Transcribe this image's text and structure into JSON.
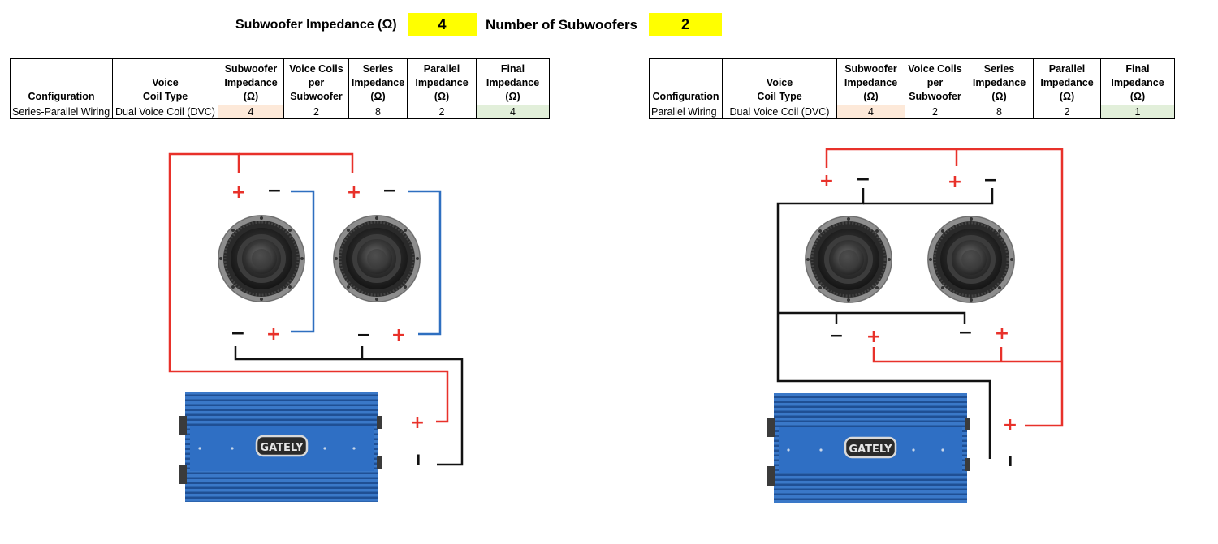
{
  "header": {
    "impedance_label": "Subwoofer Impedance (Ω)",
    "impedance_value": "4",
    "count_label": "Number of Subwoofers",
    "count_value": "2"
  },
  "tables": [
    {
      "headers": {
        "configuration": "Configuration",
        "coil_type_1": "Voice",
        "coil_type_2": "Coil Type",
        "sub_imp_1": "Subwoofer",
        "sub_imp_2": "Impedance",
        "sub_imp_3": "(Ω)",
        "coils_1": "Voice Coils",
        "coils_2": "per",
        "coils_3": "Subwoofer",
        "series_1": "Series",
        "series_2": "Impedance",
        "series_3": "(Ω)",
        "parallel_1": "Parallel",
        "parallel_2": "Impedance",
        "parallel_3": "(Ω)",
        "final_1": "Final",
        "final_2": "Impedance",
        "final_3": "(Ω)"
      },
      "row": {
        "configuration": "Series-Parallel Wiring",
        "coil_type": "Dual Voice Coil (DVC)",
        "sub_impedance": "4",
        "voice_coils": "2",
        "series_impedance": "8",
        "parallel_impedance": "2",
        "final_impedance": "4"
      }
    },
    {
      "headers": {
        "configuration": "Configuration",
        "coil_type_1": "Voice",
        "coil_type_2": "Coil Type",
        "sub_imp_1": "Subwoofer",
        "sub_imp_2": "Impedance",
        "sub_imp_3": "(Ω)",
        "coils_1": "Voice Coils",
        "coils_2": "per",
        "coils_3": "Subwoofer",
        "series_1": "Series",
        "series_2": "Impedance",
        "series_3": "(Ω)",
        "parallel_1": "Parallel",
        "parallel_2": "Impedance",
        "parallel_3": "(Ω)",
        "final_1": "Final",
        "final_2": "Impedance",
        "final_3": "(Ω)"
      },
      "row": {
        "configuration": "Parallel Wiring",
        "coil_type": "Dual Voice Coil (DVC)",
        "sub_impedance": "4",
        "voice_coils": "2",
        "series_impedance": "8",
        "parallel_impedance": "2",
        "final_impedance": "1"
      }
    }
  ],
  "terminals": {
    "plus": "+",
    "minus": "−",
    "amp_minus": "I"
  },
  "amplifier": {
    "brand": "GATELY"
  },
  "colors": {
    "positive_wire": "#e8312a",
    "negative_wire": "#111111",
    "bridge_wire": "#2e6fc0",
    "amplifier_body": "#2f6fc4",
    "highlight_yellow": "#ffff00",
    "sub_impedance_fill": "#fde9d9",
    "final_impedance_fill": "#e2efda"
  }
}
